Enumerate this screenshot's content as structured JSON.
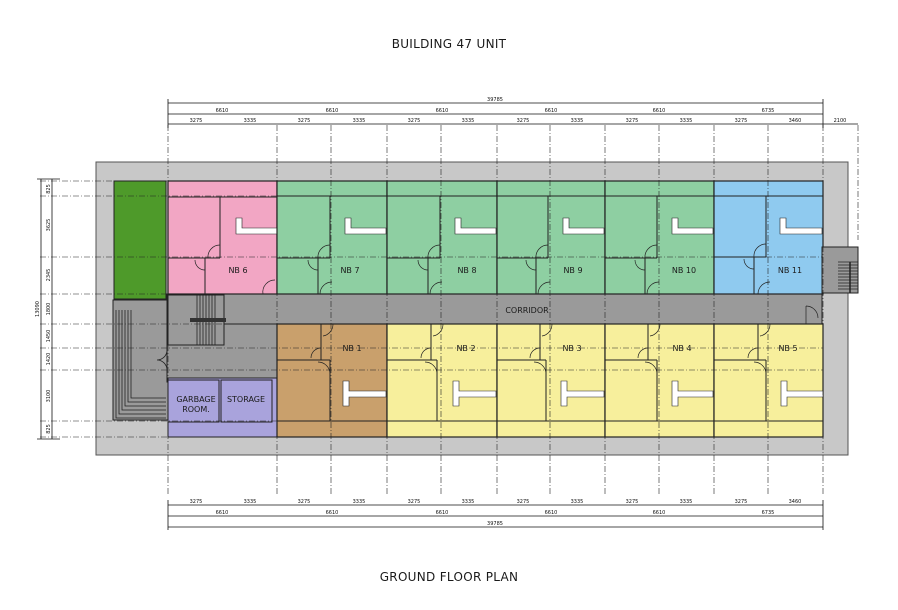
{
  "titles": {
    "top": "BUILDING 47 UNIT",
    "bottom": "GROUND FLOOR PLAN"
  },
  "colors": {
    "outer_slab": "#c8c8c8",
    "corridor": "#9a9a9a",
    "pink": "#f2a6c4",
    "green": "#8ecfa2",
    "blue": "#8fcaef",
    "tan": "#c9a06c",
    "yellow": "#f7ef9c",
    "lavender": "#a9a3dc",
    "lawn": "#4e9a2a",
    "wall": "#1a1a1a",
    "dim_line": "#111111"
  },
  "dimensions": {
    "top": {
      "overall": "39785",
      "bays": [
        "6610",
        "6610",
        "6610",
        "6610",
        "6610",
        "6735"
      ],
      "sub": [
        "3275",
        "3335",
        "3275",
        "3335",
        "3275",
        "3335",
        "3275",
        "3335",
        "3275",
        "3335",
        "3275",
        "3460"
      ],
      "right_extra": "2100"
    },
    "bottom": {
      "overall": "39785",
      "bays": [
        "6610",
        "6610",
        "6610",
        "6610",
        "6610",
        "6735"
      ],
      "sub": [
        "3275",
        "3335",
        "3275",
        "3335",
        "3275",
        "3335",
        "3275",
        "3335",
        "3275",
        "3335",
        "3275",
        "3460"
      ]
    },
    "left": {
      "overall": "13090",
      "segments": [
        "825",
        "3625",
        "2345",
        "1800",
        "1450",
        "1420",
        "3100",
        "825"
      ]
    }
  },
  "rooms": {
    "north": [
      {
        "label": "NB 6",
        "color": "pink"
      },
      {
        "label": "NB 7",
        "color": "green"
      },
      {
        "label": "NB 8",
        "color": "green"
      },
      {
        "label": "NB 9",
        "color": "green"
      },
      {
        "label": "NB 10",
        "color": "green"
      },
      {
        "label": "NB 11",
        "color": "blue"
      }
    ],
    "south": [
      {
        "label": "NB 1",
        "color": "tan"
      },
      {
        "label": "NB 2",
        "color": "yellow"
      },
      {
        "label": "NB 3",
        "color": "yellow"
      },
      {
        "label": "NB 4",
        "color": "yellow"
      },
      {
        "label": "NB 5",
        "color": "yellow"
      }
    ],
    "corridor": "CORRIDOR",
    "garbage_line1": "GARBAGE",
    "garbage_line2": "ROOM.",
    "storage": "STORAGE"
  }
}
